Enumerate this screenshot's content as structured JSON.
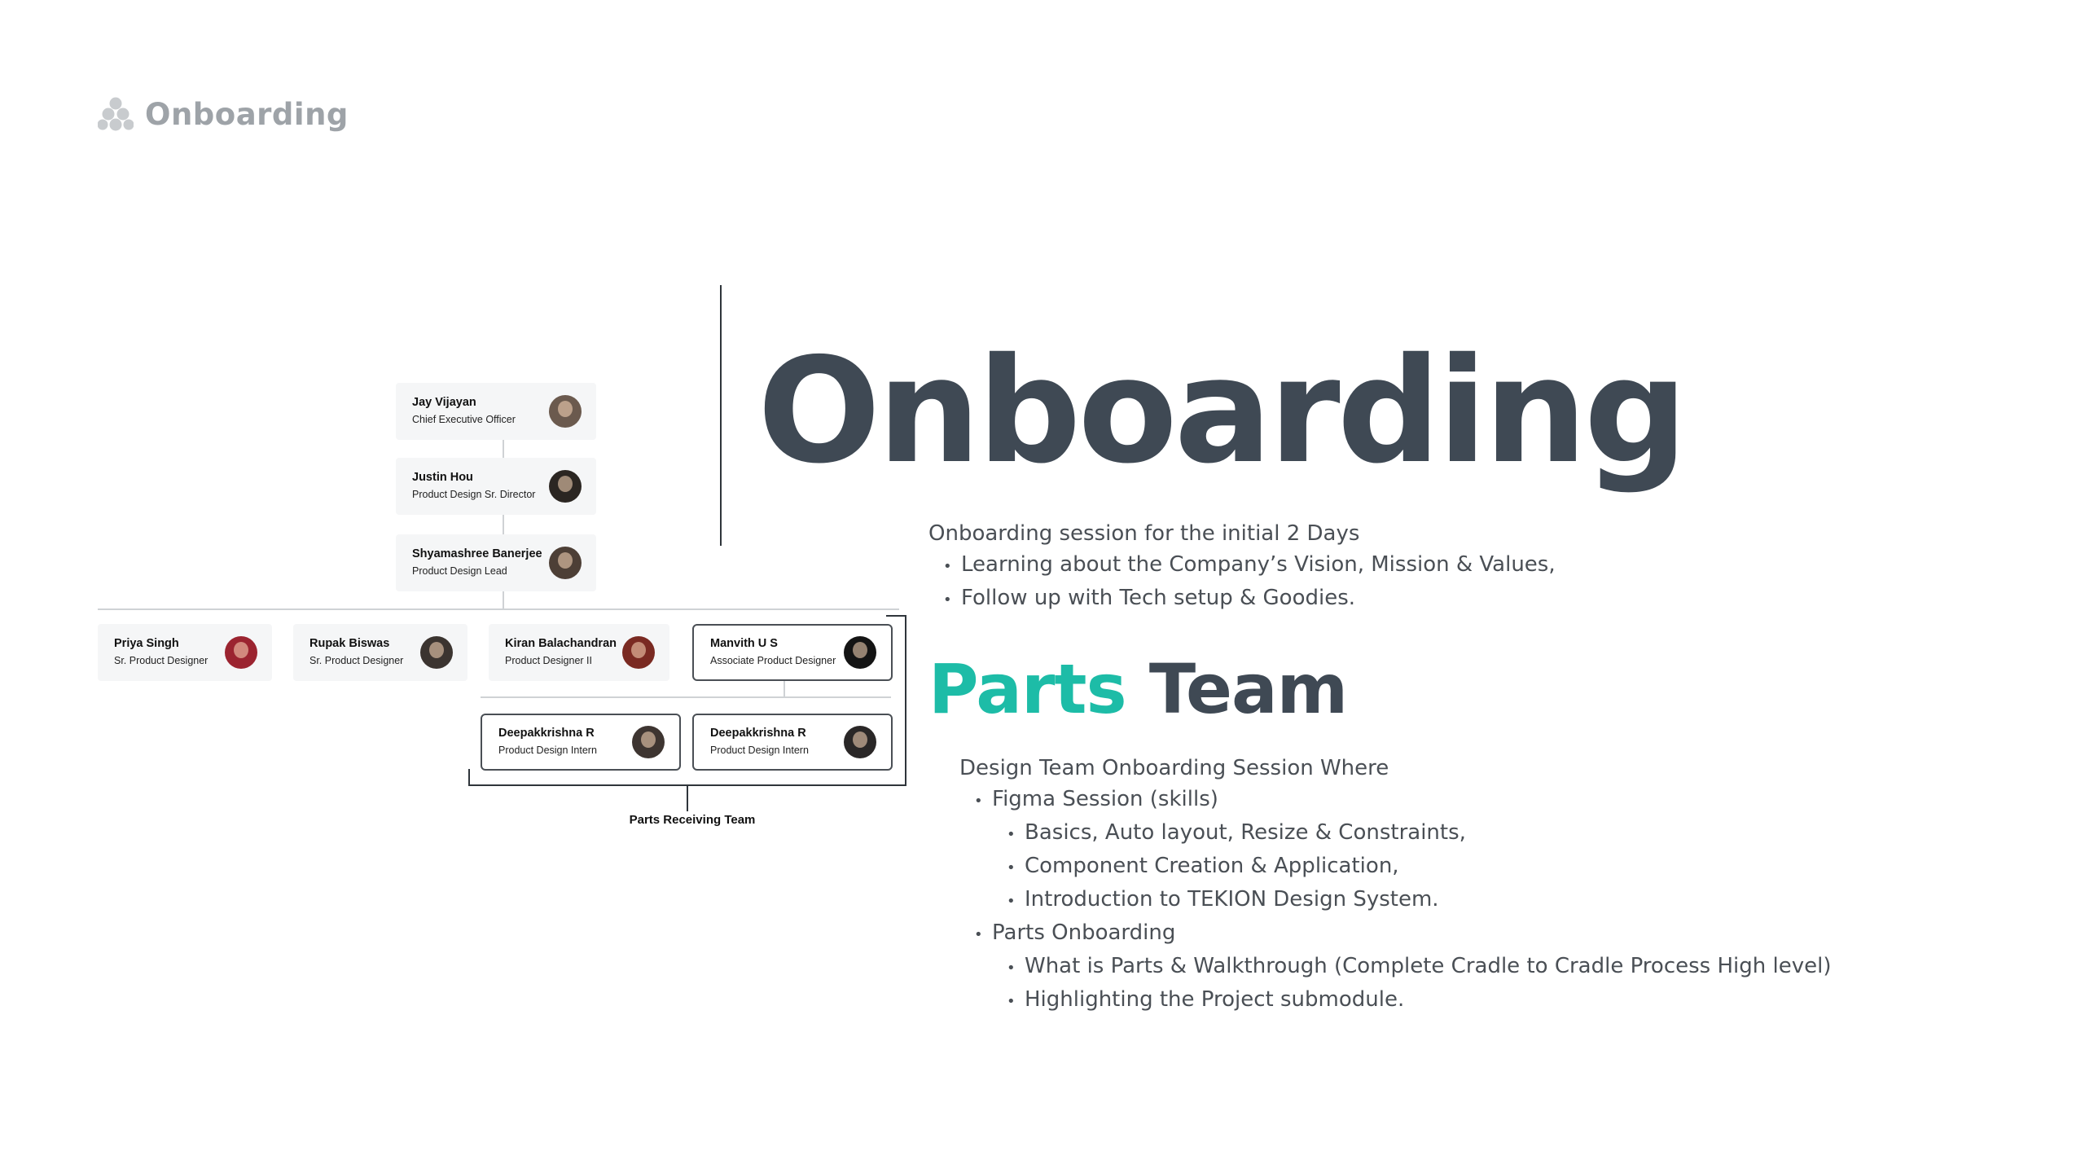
{
  "brand": {
    "label": "Onboarding",
    "icon": "cluster-dots-icon"
  },
  "org_chart": {
    "people": [
      {
        "name": "Jay Vijayan",
        "role": "Chief Executive Officer",
        "avatar_color": "#6b5a4e"
      },
      {
        "name": "Justin Hou",
        "role": "Product Design Sr. Director",
        "avatar_color": "#2b2622"
      },
      {
        "name": "Shyamashree Banerjee",
        "role": "Product Design Lead",
        "avatar_color": "#4d3f36"
      },
      {
        "name": "Priya Singh",
        "role": "Sr. Product Designer",
        "avatar_color": "#9b2430"
      },
      {
        "name": "Rupak Biswas",
        "role": "Sr. Product Designer",
        "avatar_color": "#3b3430"
      },
      {
        "name": "Kiran Balachandran",
        "role": "Product Designer II",
        "avatar_color": "#7a2a22"
      },
      {
        "name": "Manvith U S",
        "role": "Associate Product Designer",
        "avatar_color": "#141414"
      },
      {
        "name": "Deepakkrishna R",
        "role": "Product Design Intern",
        "avatar_color": "#3e3531"
      },
      {
        "name": "Deepakkrishna R",
        "role": "Product Design Intern",
        "avatar_color": "#2a2727"
      }
    ],
    "team_label": "Parts Receiving Team"
  },
  "hero": {
    "title": "Onboarding"
  },
  "intro": {
    "heading": "Onboarding session for the initial 2 Days",
    "bullets": [
      "Learning about the Company’s Vision, Mission & Values,",
      "Follow up with Tech setup & Goodies."
    ]
  },
  "parts": {
    "title_accent": "Parts",
    "title_rest": "Team",
    "accent_color": "#1dbca7",
    "session_heading": "Design Team Onboarding Session Where",
    "figma": "Figma Session (skills)",
    "figma_items": [
      "Basics, Auto layout, Resize & Constraints,",
      "Component Creation & Application,",
      "Introduction to TEKION Design System."
    ],
    "parts_onboarding": "Parts Onboarding",
    "parts_items": [
      "What is Parts & Walkthrough (Complete Cradle to Cradle Process High level)",
      "Highlighting the Project submodule."
    ]
  }
}
